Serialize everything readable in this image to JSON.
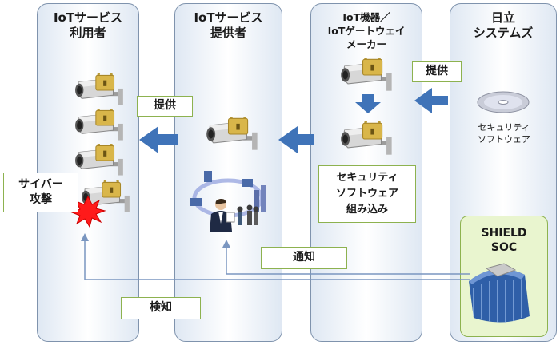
{
  "lanes": [
    {
      "title": "IoTサービス\n利用者"
    },
    {
      "title": "IoTサービス\n提供者"
    },
    {
      "title": "IoT機器／\nIoTゲートウェイ\nメーカー"
    },
    {
      "title": "日立\nシステムズ"
    }
  ],
  "labels": {
    "teikyo_left": "提供",
    "teikyo_right": "提供",
    "tsuchi": "通知",
    "kenchi": "検知",
    "cyber_attack": "サイバー\n攻撃",
    "security_software": "セキュリティ\nソフトウェア",
    "embedded": "セキュリティ\nソフトウェア\n組み込み",
    "shield_soc": "SHIELD\nSOC"
  },
  "colors": {
    "arrow_blue": "#3f73b8",
    "green_border": "#8db24f",
    "soc_bg": "#e9f5cf",
    "lane_border": "#7f93ad",
    "line_blue": "#7a96c0"
  }
}
